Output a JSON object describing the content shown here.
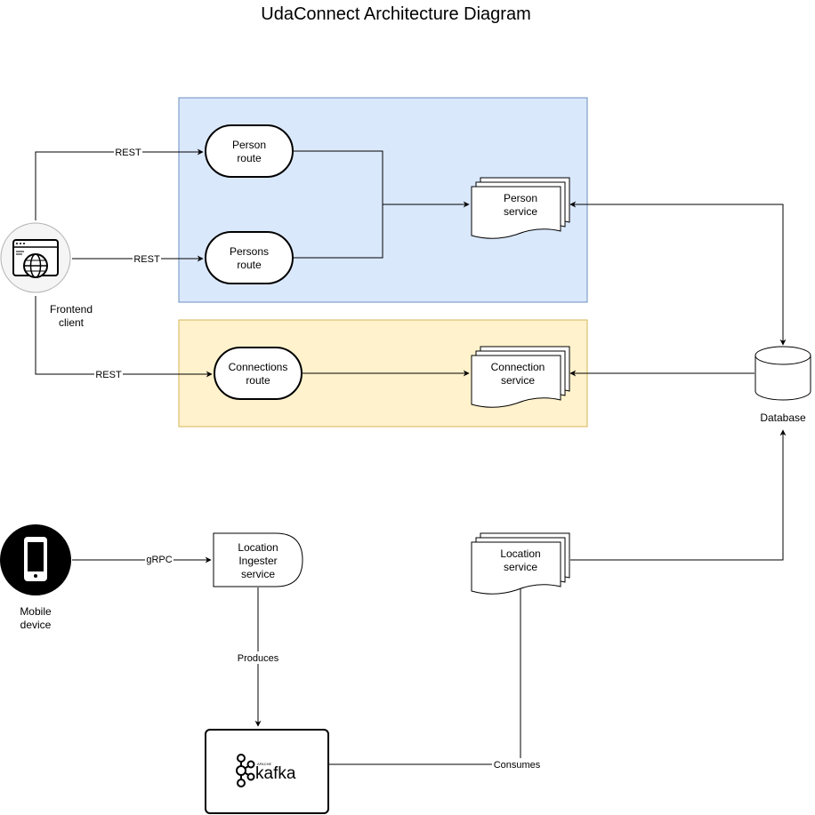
{
  "title": "UdaConnect Architecture Diagram",
  "colors": {
    "group_blue_fill": "#dae8fc",
    "group_blue_stroke": "#6c8ebf",
    "group_yellow_fill": "#fff2cc",
    "group_yellow_stroke": "#d6b656",
    "node_stroke": "#000000",
    "background": "#ffffff"
  },
  "nodes": {
    "person_route": {
      "line1": "Person",
      "line2": "route"
    },
    "persons_route": {
      "line1": "Persons",
      "line2": "route"
    },
    "person_service": {
      "line1": "Person",
      "line2": "service"
    },
    "connections_route": {
      "line1": "Connections",
      "line2": "route"
    },
    "connection_service": {
      "line1": "Connection",
      "line2": "service"
    },
    "frontend_client": {
      "line1": "Frontend",
      "line2": "client",
      "icon": "web-browser-globe-icon"
    },
    "database": {
      "label": "Database",
      "icon": "cylinder-database-icon"
    },
    "mobile_device": {
      "line1": "Mobile",
      "line2": "device",
      "icon": "smartphone-icon"
    },
    "location_ingester": {
      "line1": "Location",
      "line2": "Ingester",
      "line3": "service"
    },
    "location_service": {
      "line1": "Location",
      "line2": "service"
    },
    "kafka": {
      "logo_text": "kafka",
      "logo_small": "APACHE",
      "icon": "kafka-logo-icon"
    }
  },
  "edges": {
    "rest_person": "REST",
    "rest_persons": "REST",
    "rest_connections": "REST",
    "grpc": "gRPC",
    "produces": "Produces",
    "consumes": "Consumes"
  }
}
